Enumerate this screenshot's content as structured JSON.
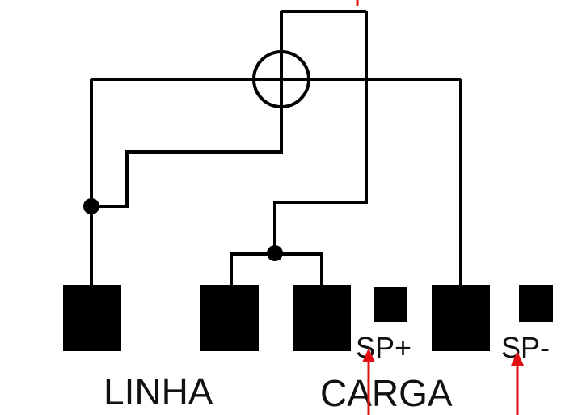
{
  "diagram": {
    "labels": {
      "linha": "LINHA",
      "carga": "CARGA",
      "sp_plus": "SP+",
      "sp_minus": "SP-"
    },
    "colors": {
      "wire": "#000000",
      "block": "#000000",
      "arrow": "#e01010",
      "text": "#111111",
      "background": "#ffffff"
    },
    "icons": {
      "meter_symbol": "circle-crosshair-icon",
      "junction": "junction-dot-icon"
    }
  }
}
